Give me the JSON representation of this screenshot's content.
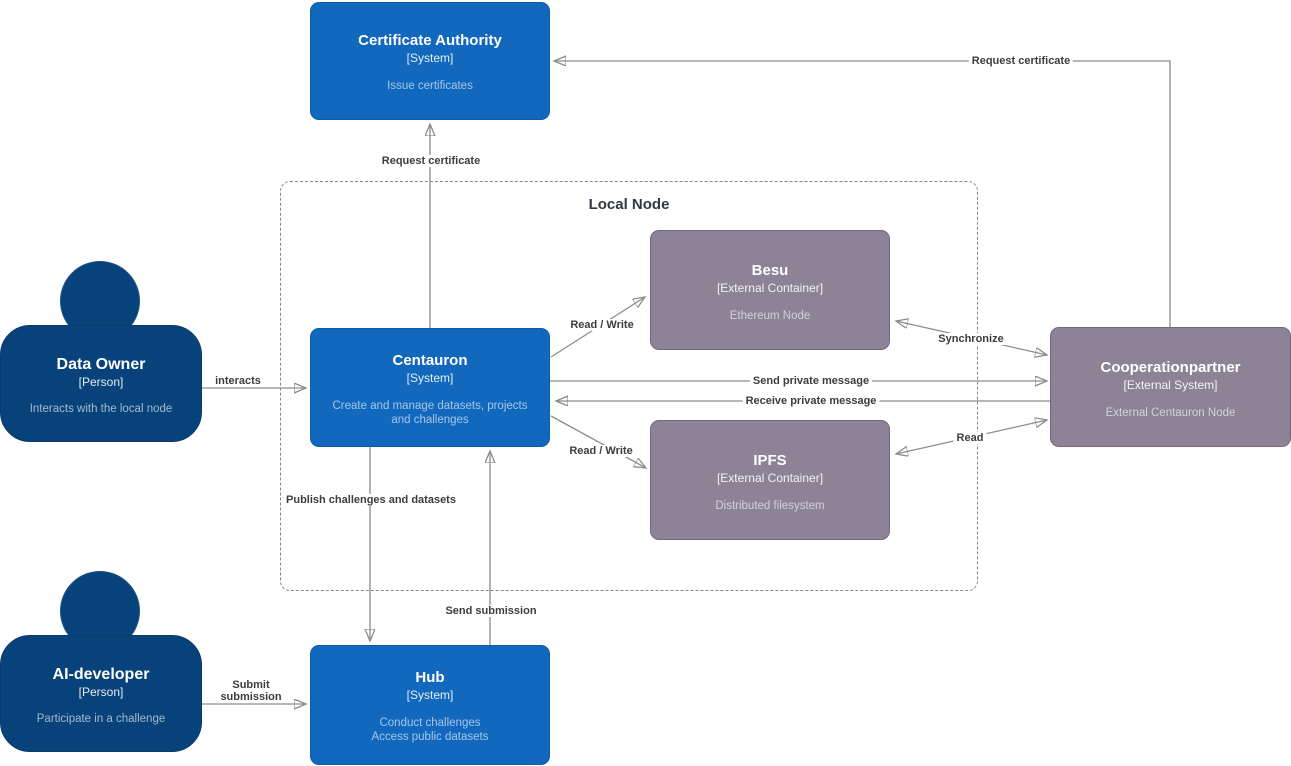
{
  "boundary": {
    "label": "Local Node"
  },
  "nodes": {
    "certificate_authority": {
      "title": "Certificate Authority",
      "subtitle": "[System]",
      "description": "Issue certificates"
    },
    "centauron": {
      "title": "Centauron",
      "subtitle": "[System]",
      "description": "Create and manage datasets, projects and challenges"
    },
    "besu": {
      "title": "Besu",
      "subtitle": "[External Container]",
      "description": "Ethereum Node"
    },
    "ipfs": {
      "title": "IPFS",
      "subtitle": "[External Container]",
      "description": "Distributed filesystem"
    },
    "cooperationpartner": {
      "title": "Cooperationpartner",
      "subtitle": "[External System]",
      "description": "External Centauron Node"
    },
    "hub": {
      "title": "Hub",
      "subtitle": "[System]",
      "description_lines": [
        "Conduct challenges",
        "Access public datasets"
      ]
    },
    "data_owner": {
      "title": "Data Owner",
      "subtitle": "[Person]",
      "description": "Interacts with the local node"
    },
    "ai_developer": {
      "title": "AI-developer",
      "subtitle": "[Person]",
      "description": "Participate in a challenge"
    }
  },
  "edges": {
    "interacts": "interacts",
    "request_certificate_centauron": "Request certificate",
    "request_certificate_partner": "Request certificate",
    "read_write_besu": "Read / Write",
    "read_write_ipfs": "Read / Write",
    "synchronize": "Synchronize",
    "send_private_message": "Send private message",
    "receive_private_message": "Receive private message",
    "read": "Read",
    "publish": "Publish challenges and datasets",
    "send_submission": "Send submission",
    "submit_submission_lines": [
      "Submit",
      "submission"
    ]
  },
  "colors": {
    "system_fill": "#1168bd",
    "system_border": "#0d5aa7",
    "person_fill": "#08427b",
    "person_border": "#0a3a6d",
    "external_fill": "#8c8496",
    "external_border": "#736782",
    "edge_line": "#8c8c8c",
    "edge_label_text": "#3d3d3d",
    "boundary_border": "#868686",
    "boundary_label_text": "#333740",
    "background": "#ffffff"
  }
}
